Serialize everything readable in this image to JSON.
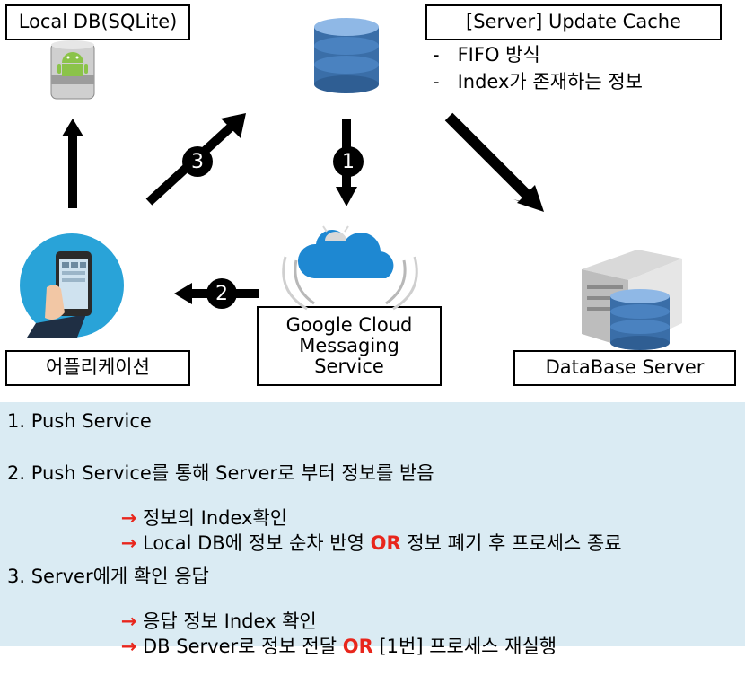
{
  "nodes": {
    "local_db": "Local DB(SQLite)",
    "update_cache": "[Server] Update Cache",
    "app": "어플리케이션",
    "gcm": [
      "Google Cloud",
      "Messaging",
      "Service"
    ],
    "db_server": "DataBase Server"
  },
  "cache_notes": [
    "-   FIFO 방식",
    "-   Index가 존재하는 정보"
  ],
  "android_label": "Android",
  "steps": {
    "s1": "1",
    "s2": "2",
    "s3": "3"
  },
  "panel": {
    "l1": "1. Push Service",
    "l2": "2. Push Service를 통해 Server로 부터 정보를 받음",
    "l2a": "정보의 Index확인",
    "l2b_pre": "Local DB에 정보 순차 반영 ",
    "l2b_post": " 정보 폐기 후 프로세스 종료",
    "l3": "3. Server에게 확인 응답",
    "l3a": "응답 정보 Index 확인",
    "l3b_pre": "DB Server로 정보 전달 ",
    "l3b_post": " [1번] 프로세스 재실행",
    "arrow": "→",
    "or": "OR"
  },
  "colors": {
    "panel_bg": "#daebf3",
    "accent_red": "#e8261c",
    "cloud_blue": "#1e88d2",
    "db_blue": "#3a6ea8"
  }
}
